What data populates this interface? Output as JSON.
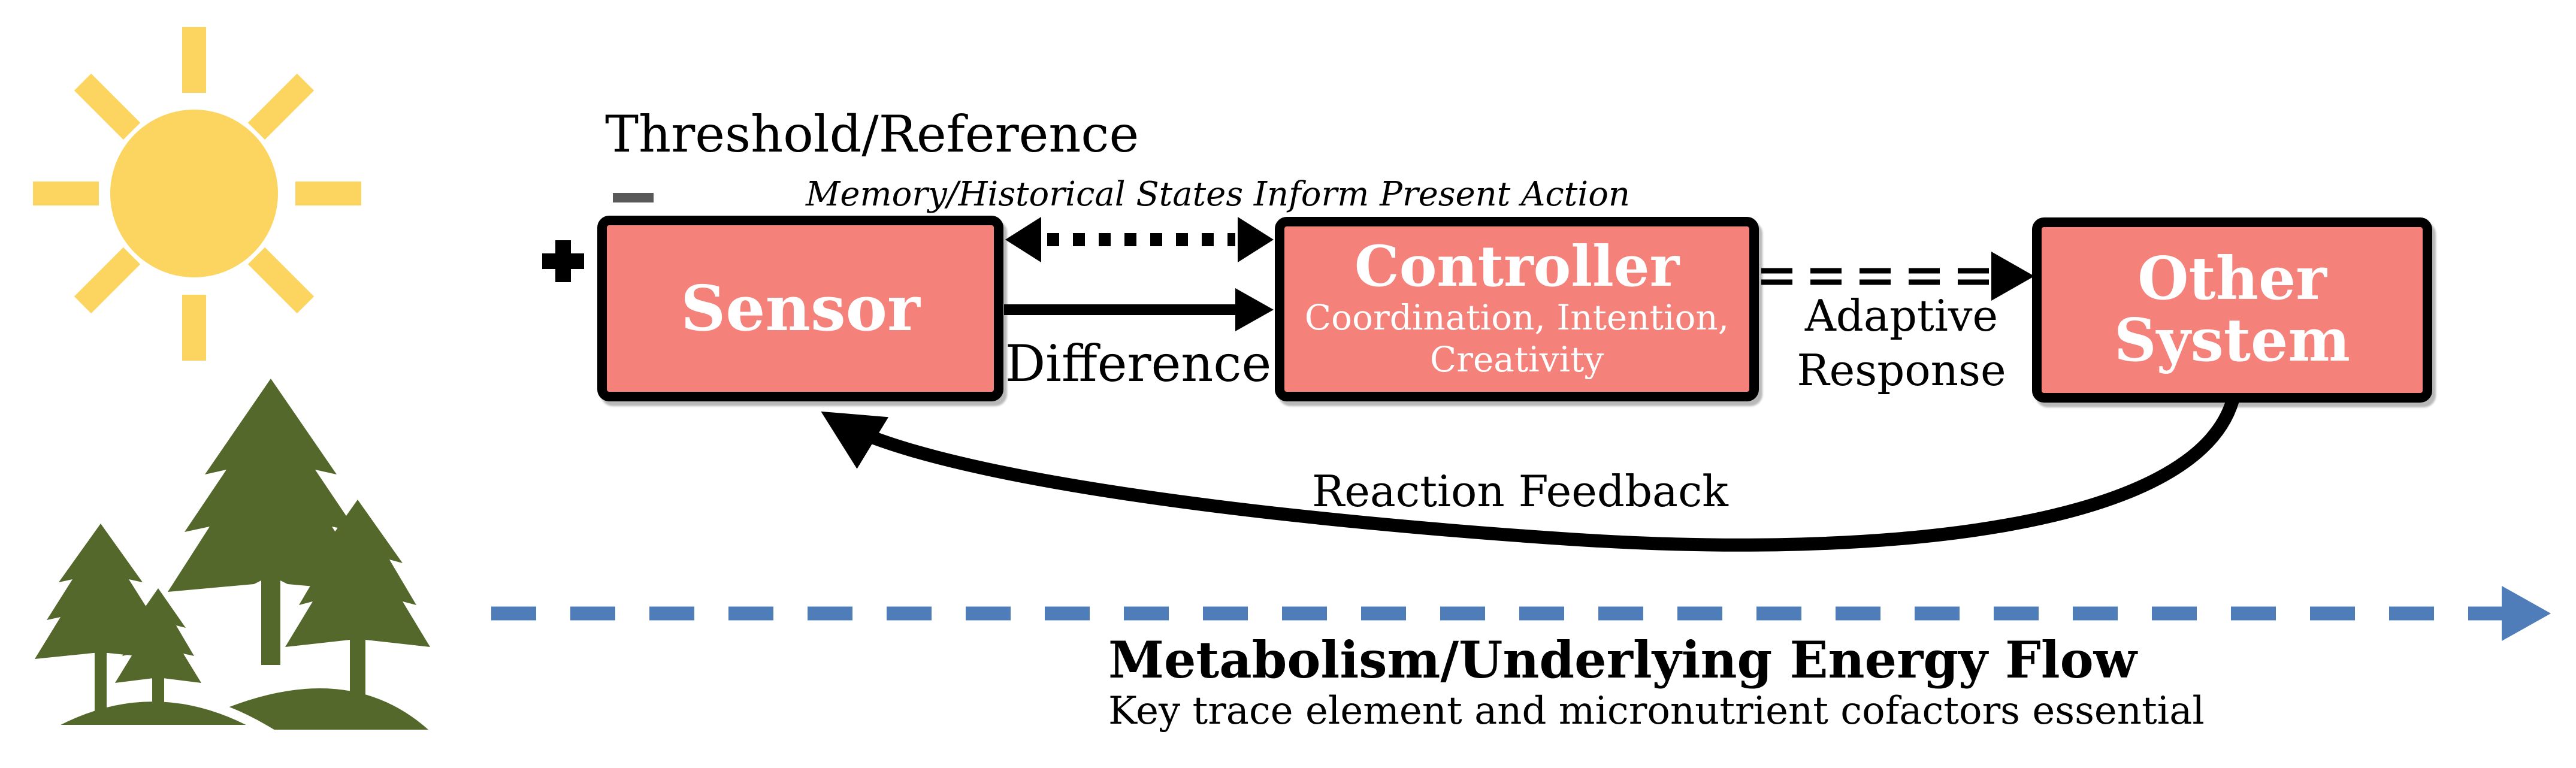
{
  "diagram": {
    "title_threshold": "Threshold/Reference",
    "memory_note": "Memory/Historical States Inform Present Action",
    "boxes": {
      "sensor": {
        "title": "Sensor"
      },
      "controller": {
        "title": "Controller",
        "subtitle_line1": "Coordination, Intention,",
        "subtitle_line2": "Creativity"
      },
      "other_system": {
        "title_line1": "Other",
        "title_line2": "System"
      }
    },
    "arrow_labels": {
      "difference": "Difference",
      "adaptive_line1": "Adaptive",
      "adaptive_line2": "Response",
      "reaction": "Reaction Feedback"
    },
    "footer": {
      "title": "Metabolism/Underlying Energy Flow",
      "subtitle": "Key trace element and micronutrient cofactors essential"
    },
    "icons": {
      "sun": "sun-icon",
      "forest": "forest-icon",
      "plus": "plus-icon",
      "minus": "minus-icon",
      "memory_arrow": "dotted-double-headed-arrow",
      "difference_arrow": "solid-right-arrow",
      "adaptive_arrow": "double-dashed-right-arrow",
      "reaction_arrow": "curved-feedback-arrow",
      "energy_arrow": "blue-dashed-right-arrow"
    },
    "colors": {
      "box_fill": "#F4827B",
      "box_border": "#000000",
      "box_text": "#FFFFFF",
      "label_text": "#000000",
      "minus_gray": "#595959",
      "sun_yellow": "#FBD55F",
      "forest_green": "#55682B",
      "energy_blue": "#4E7DBA"
    }
  }
}
